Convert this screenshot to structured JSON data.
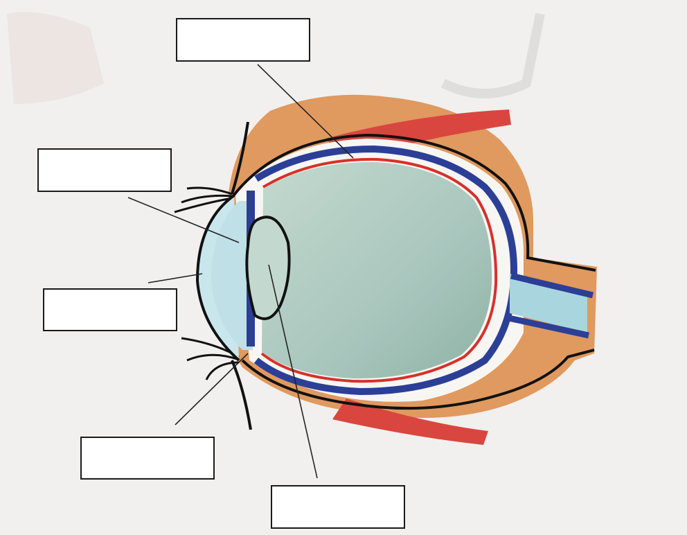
{
  "colors": {
    "paper": "#f1f0ee",
    "vitreous": "#a9c6bd",
    "choroid_blue": "#2b3f97",
    "retina_red": "#d8302a",
    "muscle_red": "#d9463f",
    "orbital_fat": "#dd8a44",
    "outline": "#111111",
    "line": "#222222",
    "box_fill": "#ffffff"
  },
  "labels": [
    {
      "id": "box-1",
      "text": ""
    },
    {
      "id": "box-2",
      "text": ""
    },
    {
      "id": "box-3",
      "text": ""
    },
    {
      "id": "box-4",
      "text": ""
    },
    {
      "id": "box-5",
      "text": ""
    }
  ]
}
